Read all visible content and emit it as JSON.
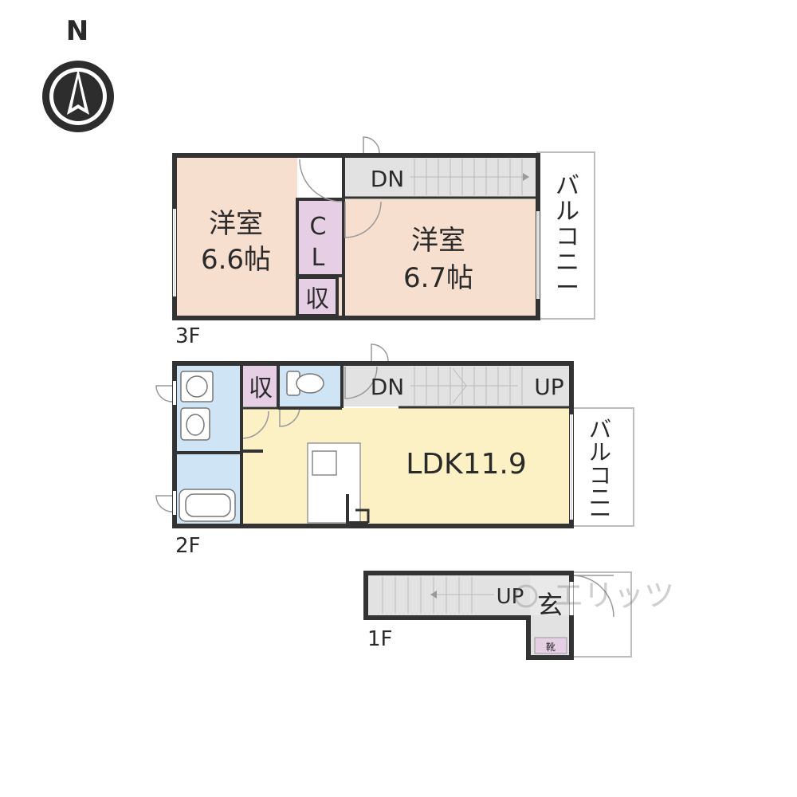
{
  "compass": {
    "north_label": "N"
  },
  "floors": {
    "f3": {
      "label": "3F",
      "room_west": {
        "name": "洋室",
        "size": "6.6帖"
      },
      "room_east": {
        "name": "洋室",
        "size": "6.7帖"
      },
      "closet_top": "C",
      "closet_bottom": "L",
      "storage": "収",
      "stairs": "DN",
      "balcony": [
        "バ",
        "ル",
        "コ",
        "ニ",
        "ー"
      ]
    },
    "f2": {
      "label": "2F",
      "storage": "収",
      "stairs_down": "DN",
      "stairs_up": "UP",
      "ldk": "LDK11.9",
      "balcony": [
        "バ",
        "ル",
        "コ",
        "ニ",
        "ー"
      ]
    },
    "f1": {
      "label": "1F",
      "stairs_up": "UP",
      "entrance": "玄",
      "shoe_box": "靴"
    }
  },
  "watermark": "エリッツ",
  "colors": {
    "wall": "#333333",
    "bedroom": "#f7dfcf",
    "closet": "#e6cfe4",
    "ldk": "#fbf1c4",
    "water": "#cfe5f5",
    "stairs": "#e2e2e2",
    "balcony": "#ffffff"
  }
}
